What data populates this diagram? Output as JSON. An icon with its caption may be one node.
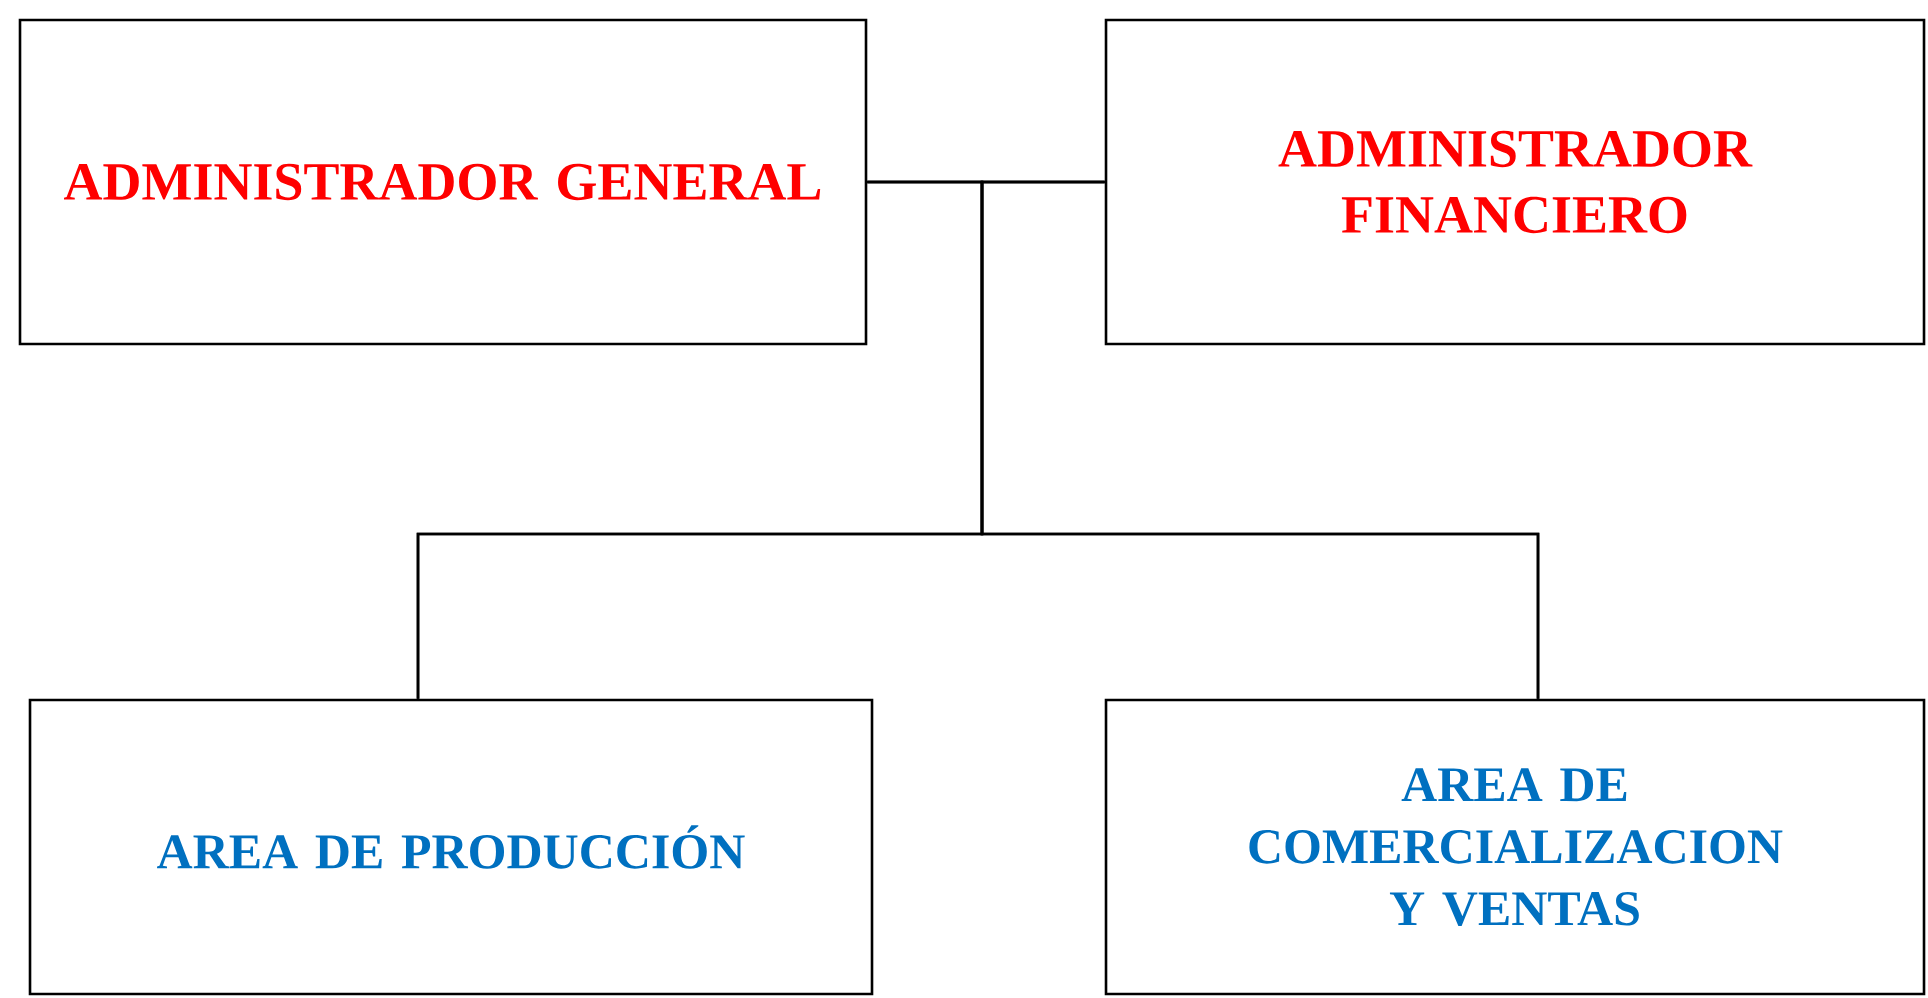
{
  "diagram": {
    "nodes": [
      {
        "text": [
          "ADMINISTRADOR GENERAL"
        ]
      },
      {
        "text": [
          "ADMINISTRADOR FINANCIERO"
        ]
      },
      {
        "text": [
          "AREA DE PRODUCCIÓN"
        ]
      },
      {
        "text": [
          "AREA DE COMERCIALIZACION Y VENTAS"
        ]
      }
    ],
    "edges": [
      {
        "from": 0,
        "to": 1,
        "arrow": "none"
      },
      {
        "from": 0,
        "to": 2,
        "arrow": "none"
      },
      {
        "from": 0,
        "to": 3,
        "arrow": "none"
      },
      {
        "from": 1,
        "to": 2,
        "arrow": "none"
      },
      {
        "from": 1,
        "to": 3,
        "arrow": "none"
      }
    ]
  }
}
